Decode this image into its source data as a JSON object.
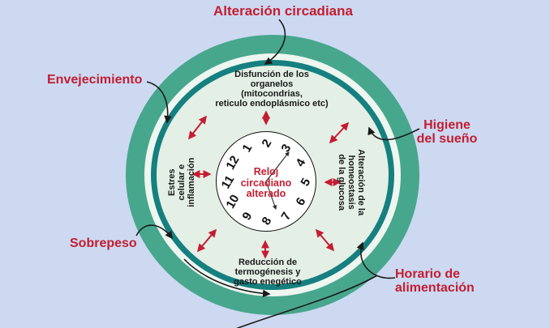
{
  "title": "Alteración circadiana",
  "colors": {
    "bg": "#ccd9f1",
    "ring-green": "#47a78d",
    "ring-gap": "#eef6f0",
    "ring-teal": "#15807f",
    "interior": "#e4efe5",
    "accent-red": "#c41d31",
    "ink": "#1a1a1a"
  },
  "outer_labels": {
    "top": "Alteración circadiana",
    "upper_left": "Envejecimiento",
    "upper_right": "Higiene\ndel sueño",
    "lower_left": "Sobrepeso",
    "lower_right": "Horario de\nalimentación"
  },
  "inner_labels": {
    "top": "Disfunción de los\norganelos\n(mitocondrias,\nreticulo endoplásmico etc)",
    "right": "Alteración de la\nhomeostasis\nde la glucosa",
    "bottom": "Reducción de\ntermogénesis y\ngasto enegético",
    "left": "Estres\ncelular e\ninflamación"
  },
  "clock": {
    "center_label": "Reloj\ncircadiano\nalterado",
    "numbers": [
      "1",
      "2",
      "3",
      "4",
      "5",
      "6",
      "7",
      "8",
      "9",
      "10",
      "11",
      "12"
    ],
    "face_rotation_deg": -60
  }
}
